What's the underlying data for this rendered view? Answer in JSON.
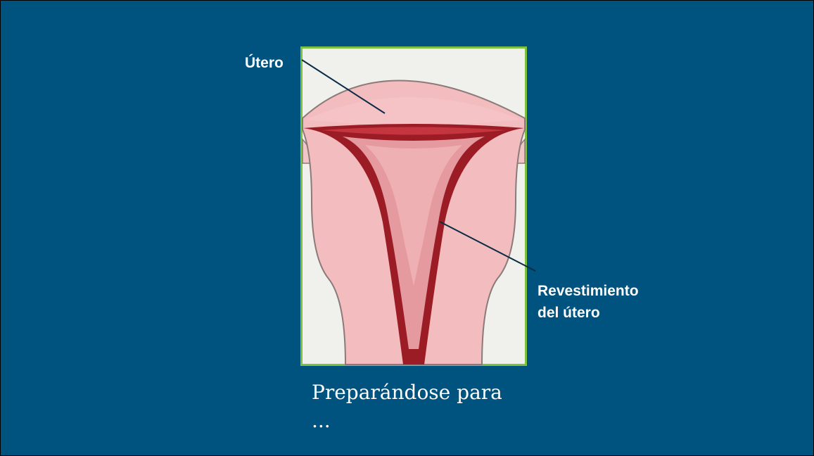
{
  "diagram": {
    "labels": {
      "uterus": "Útero",
      "lining_line1": "Revestimiento",
      "lining_line2": "del útero"
    },
    "caption_line1": "Preparándose para",
    "caption_line2": "..."
  },
  "colors": {
    "background": "#00527f",
    "frame_border": "#7cc142",
    "tissue": "#f2b9bb",
    "lining": "#9b1c25",
    "lining_inner": "#d98b92",
    "leader_line": "#0b2c47",
    "label_text": "#ffffff"
  }
}
